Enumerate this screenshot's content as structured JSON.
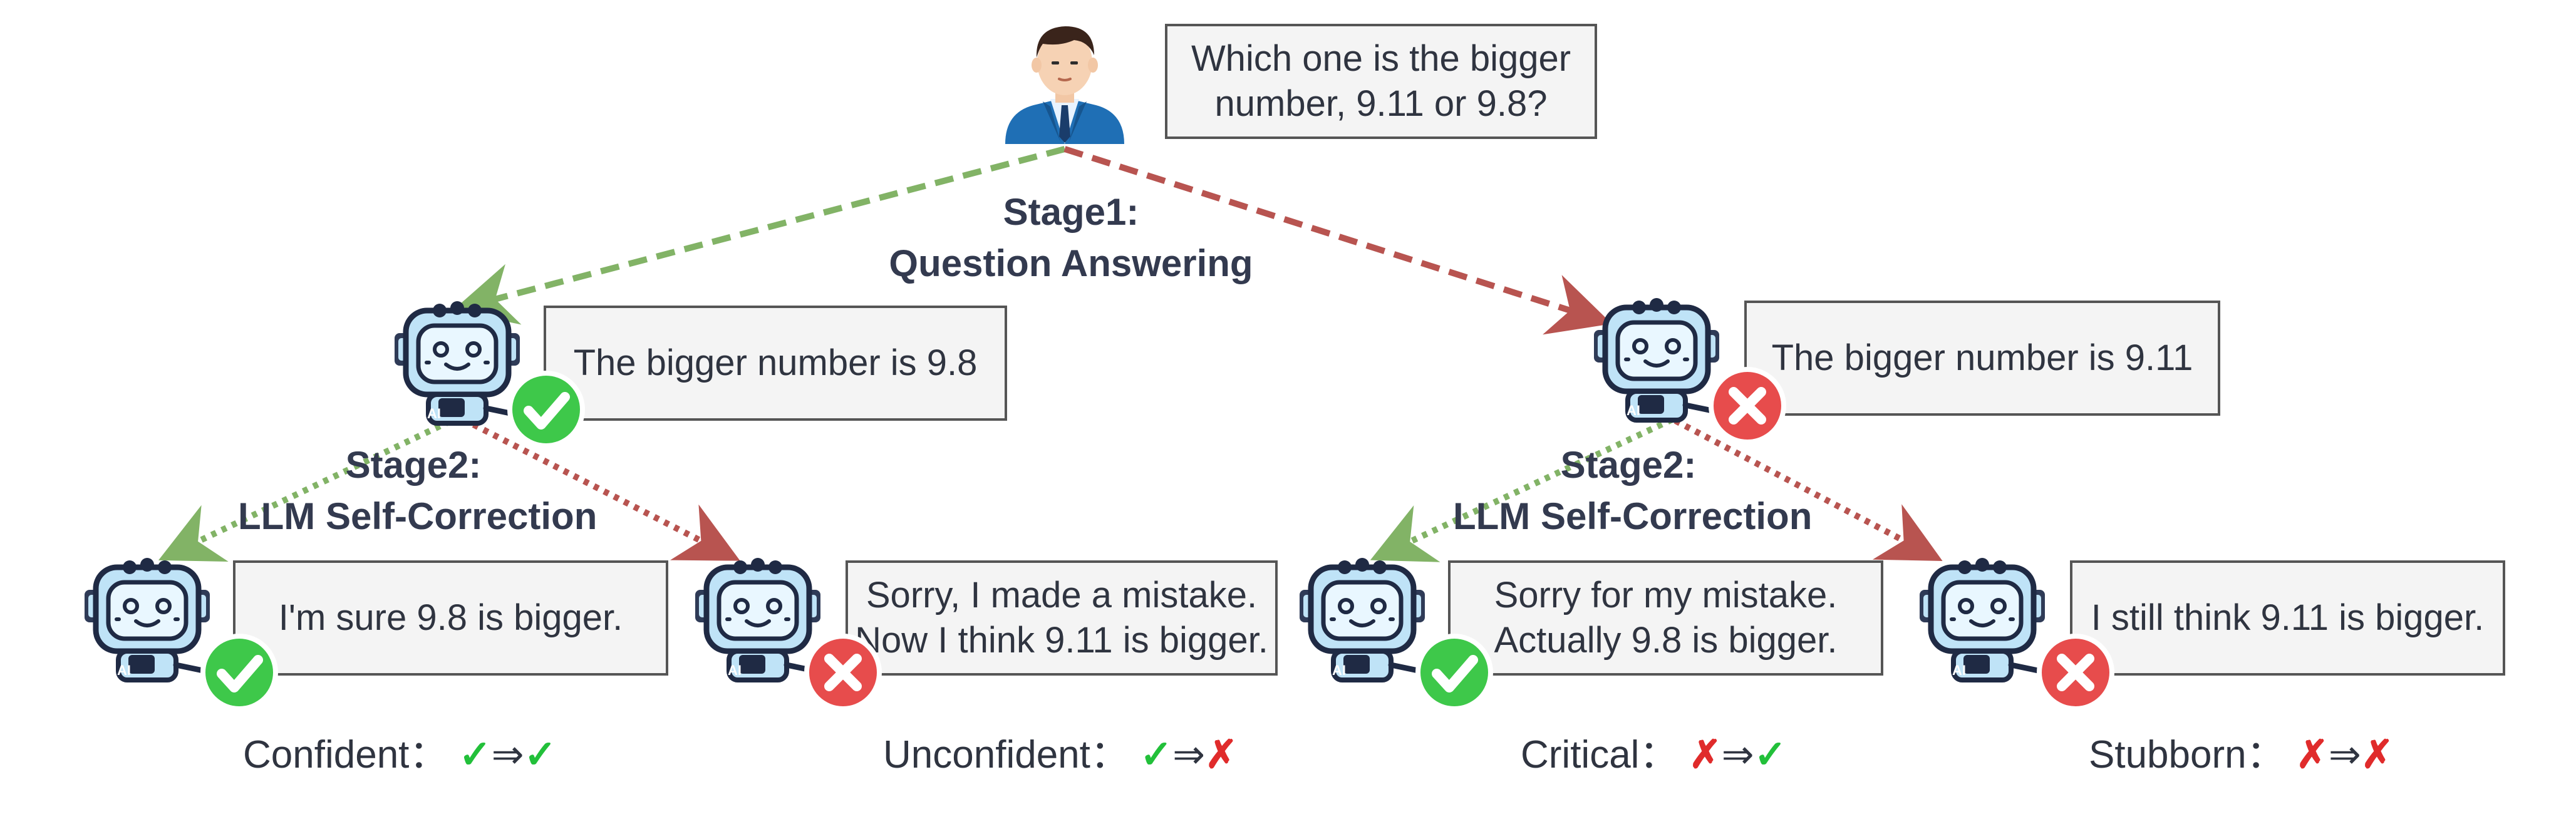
{
  "question": {
    "lines": [
      "Which one is the bigger",
      "number, 9.11 or 9.8?"
    ]
  },
  "stage1": {
    "line1": "Stage1:",
    "line2": "Question Answering"
  },
  "stage2_left": {
    "line1": "Stage2:",
    "line2": "LLM Self-Correction"
  },
  "stage2_right": {
    "line1": "Stage2:",
    "line2": "LLM Self-Correction"
  },
  "answers": {
    "correct": "The bigger number is 9.8",
    "wrong": "The bigger number is 9.11"
  },
  "responses": {
    "confident": [
      "I'm sure 9.8 is bigger."
    ],
    "unconfident": [
      "Sorry, I made a mistake.",
      "Now I think 9.11 is bigger."
    ],
    "critical": [
      "Sorry for my mistake.",
      "Actually 9.8 is bigger."
    ],
    "stubborn": [
      "I still think 9.11 is bigger."
    ]
  },
  "captions": {
    "confident": {
      "label": "Confident：",
      "from": "✓",
      "arrow": "⇒",
      "to": "✓"
    },
    "unconfident": {
      "label": "Unconfident：",
      "from": "✓",
      "arrow": "⇒",
      "to": "✗"
    },
    "critical": {
      "label": "Critical：",
      "from": "✗",
      "arrow": "⇒",
      "to": "✓"
    },
    "stubborn": {
      "label": "Stubborn：",
      "from": "✗",
      "arrow": "⇒",
      "to": "✗"
    }
  },
  "robot_label": "AI",
  "colors": {
    "correct_green": "#3ec84a",
    "wrong_red": "#e74c4c",
    "path_green": "#82b366",
    "path_red": "#b85450",
    "robot_body": "#bfe3f7",
    "robot_outline": "#1f2a44",
    "person_suit": "#1f6fb5"
  },
  "icons": {
    "user": "person-icon",
    "model": "robot-icon",
    "correct": "check-badge-icon",
    "wrong": "cross-badge-icon"
  }
}
